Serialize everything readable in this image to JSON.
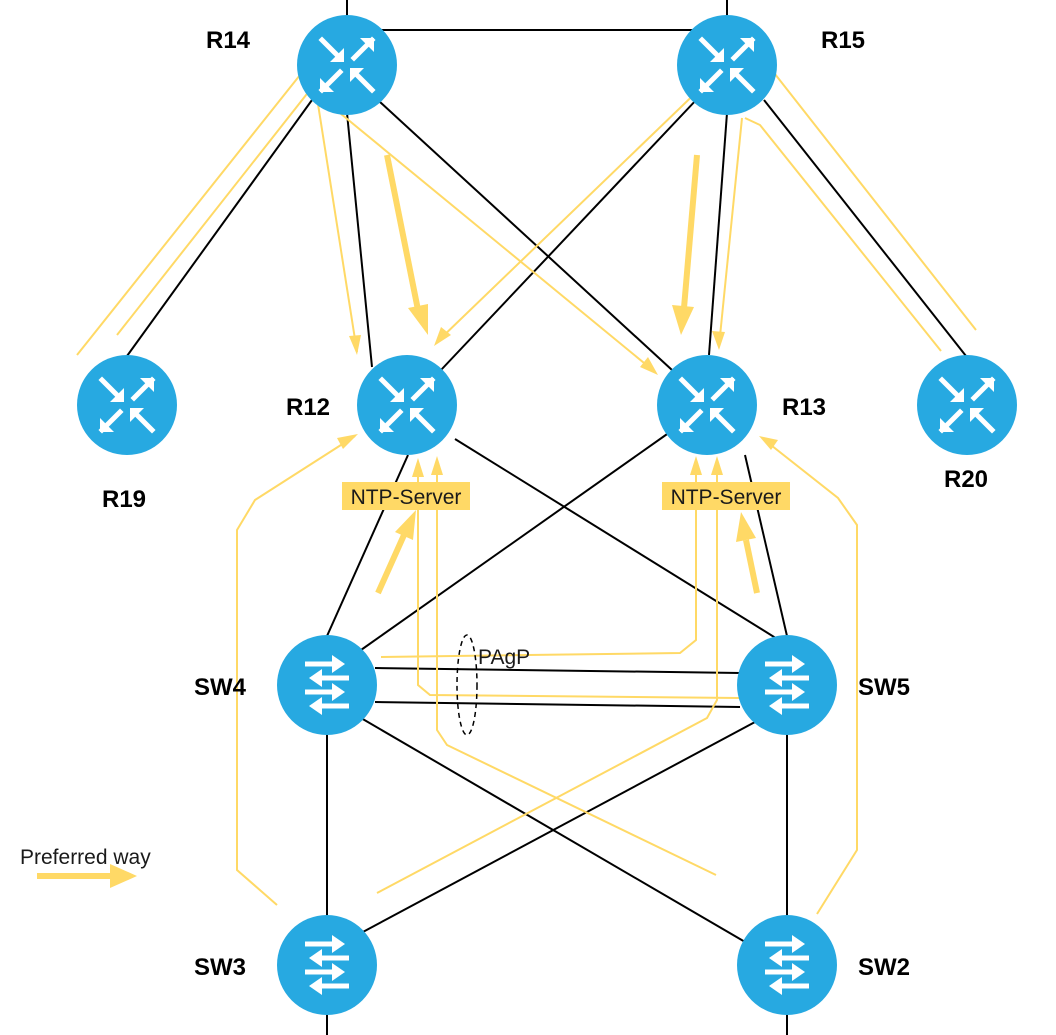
{
  "colors": {
    "device": "#27a9e1",
    "path": "#ffd966",
    "link": "#000000",
    "ntp_fill": "#ffd966"
  },
  "routers": [
    {
      "id": "R14",
      "label": "R14"
    },
    {
      "id": "R15",
      "label": "R15"
    },
    {
      "id": "R12",
      "label": "R12"
    },
    {
      "id": "R13",
      "label": "R13"
    },
    {
      "id": "R19",
      "label": "R19"
    },
    {
      "id": "R20",
      "label": "R20"
    }
  ],
  "switches": [
    {
      "id": "SW4",
      "label": "SW4"
    },
    {
      "id": "SW5",
      "label": "SW5"
    },
    {
      "id": "SW3",
      "label": "SW3"
    },
    {
      "id": "SW2",
      "label": "SW2"
    }
  ],
  "ntp_labels": [
    "NTP-Server",
    "NTP-Server"
  ],
  "pagp_label": "PAgP",
  "legend": {
    "label": "Preferred way",
    "icon": "thick-arrow-icon"
  },
  "icons": {
    "router": "router-icon",
    "switch": "switch-icon"
  }
}
